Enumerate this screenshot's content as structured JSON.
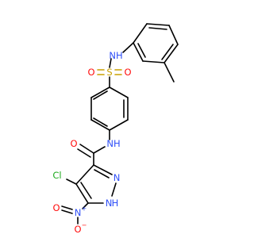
{
  "colors": {
    "carbon": "#000000",
    "nitrogen": "#3050F8",
    "oxygen": "#FF0D0D",
    "sulfur": "#C8A000",
    "chlorine": "#1FAA1F",
    "background": "#ffffff"
  },
  "atoms": {
    "sulfonamide_nh": "NH",
    "sulfur": "S",
    "sulfonyl_o_left": "O",
    "sulfonyl_o_right": "O",
    "amide_o": "O",
    "amide_nh": "NH",
    "chlorine": "Cl",
    "pyrazole_n": "N",
    "pyrazole_nh_n": "N",
    "pyrazole_nh_h": "H",
    "nitro_n": "N",
    "nitro_n_charge": "+",
    "nitro_o_left": "O",
    "nitro_o_bottom": "O",
    "nitro_o_charge": "−"
  }
}
